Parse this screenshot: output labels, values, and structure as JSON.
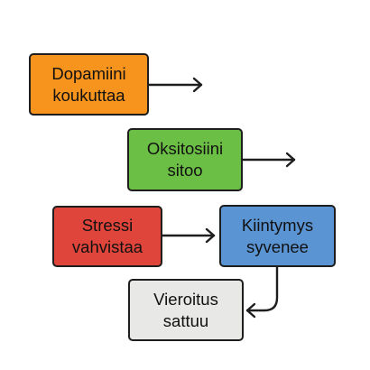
{
  "nodes": {
    "dopamine": {
      "label": "Dopamiini\nkoukuttaa",
      "color": "#f7941d"
    },
    "oxytocin": {
      "label": "Oksitosiini\nsitoo",
      "color": "#6cbf45"
    },
    "stress": {
      "label": "Stressi\nvahvistaa",
      "color": "#e0453b"
    },
    "attachment": {
      "label": "Kiintymys\nsyvenee",
      "color": "#5b94d3"
    },
    "withdrawal": {
      "label": "Vieroitus\nsattuu",
      "color": "#e8e8e6"
    }
  }
}
